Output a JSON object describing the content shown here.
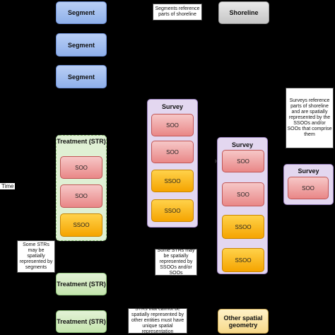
{
  "segments": [
    "Segment",
    "Segment",
    "Segment"
  ],
  "shoreline": "Shoreline",
  "notes": {
    "segments_ref": "Segments reference parts of shoreline",
    "surveys_ref": "Surveys reference parts of shoreline and are spatially represented by the SSOOs and/or SOOs that comprise them",
    "strs_segments": "Some STRs may be spatially represented by segments",
    "strs_ssoos": "Some STRs may be spatially represented by SSOOs and/or SOOs",
    "strs_other": "STRs that cannot be spatially represented by other entities must have unique spatial representation"
  },
  "time_label": "Time",
  "treatment_main": {
    "title": "Treatment (STR)",
    "items": [
      "SOO",
      "SOO",
      "SSOO"
    ]
  },
  "treatments_small": [
    "Treatment (STR)",
    "Treatment (STR)"
  ],
  "survey1": {
    "title": "Survey",
    "items": [
      "SOO",
      "SOO",
      "SSOO",
      "SSOO"
    ]
  },
  "survey2": {
    "title": "Survey",
    "items": [
      "SOO",
      "SOO",
      "SSOO",
      "SSOO"
    ]
  },
  "survey3": {
    "title": "Survey",
    "items": [
      "SOO"
    ]
  },
  "other_spatial": "Other spatial geometry"
}
